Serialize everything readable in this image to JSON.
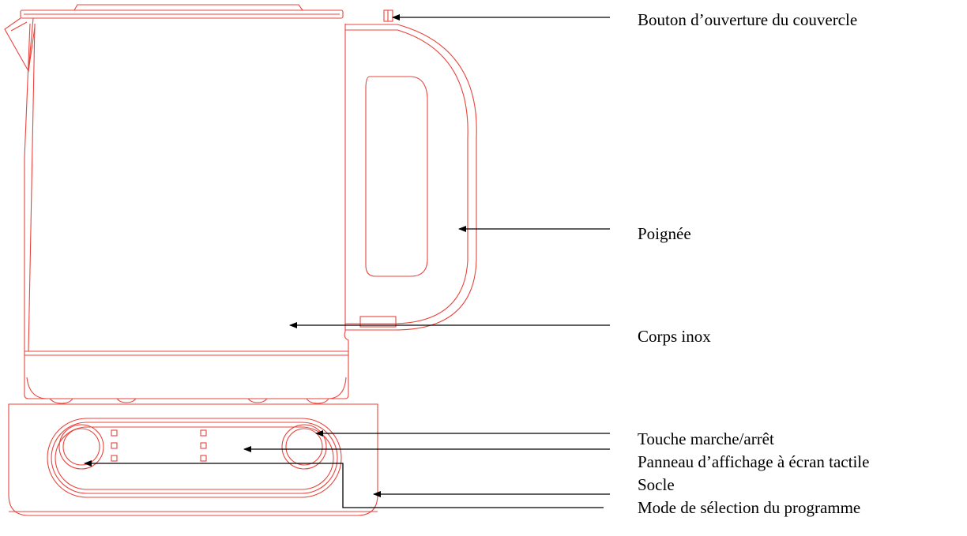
{
  "colors": {
    "outline": "#e8453c",
    "leader": "#000000",
    "text": "#000000",
    "background": "#ffffff"
  },
  "labels": [
    "Bouton d’ouverture du couvercle",
    "Poignée",
    "Corps inox",
    "Touche marche/arrêt",
    "Panneau d’affichage à écran tactile",
    "Socle",
    "Mode de sélection du programme"
  ]
}
